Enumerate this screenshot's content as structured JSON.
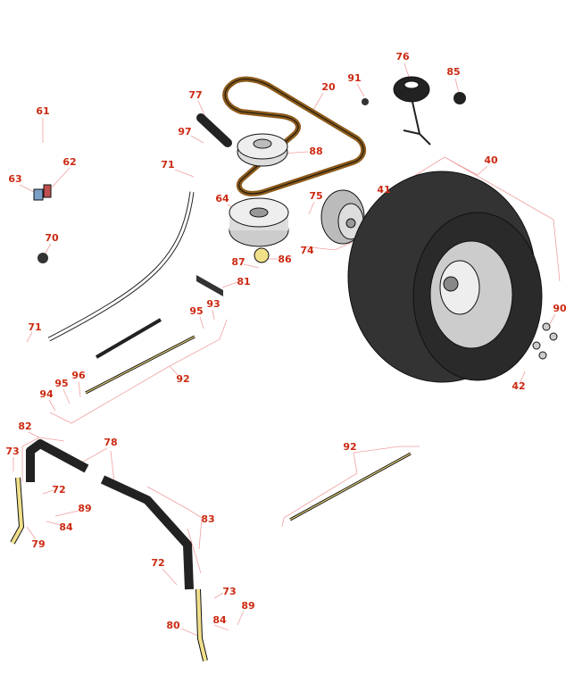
{
  "diagram": {
    "callouts": [
      "61",
      "62",
      "63",
      "70",
      "71",
      "71",
      "77",
      "97",
      "20",
      "88",
      "91",
      "76",
      "85",
      "40",
      "41",
      "75",
      "74",
      "64",
      "87",
      "86",
      "81",
      "95",
      "93",
      "92",
      "96",
      "95",
      "94",
      "90",
      "42",
      "82",
      "78",
      "73",
      "72",
      "89",
      "84",
      "79",
      "92",
      "83",
      "72",
      "73",
      "89",
      "84",
      "80"
    ]
  },
  "colors": {
    "callout": "#cc2a12",
    "leader": "#e88080",
    "belt": "#8a5a1a",
    "tire": "#2a2a2a",
    "handle": "#f0e08a"
  }
}
